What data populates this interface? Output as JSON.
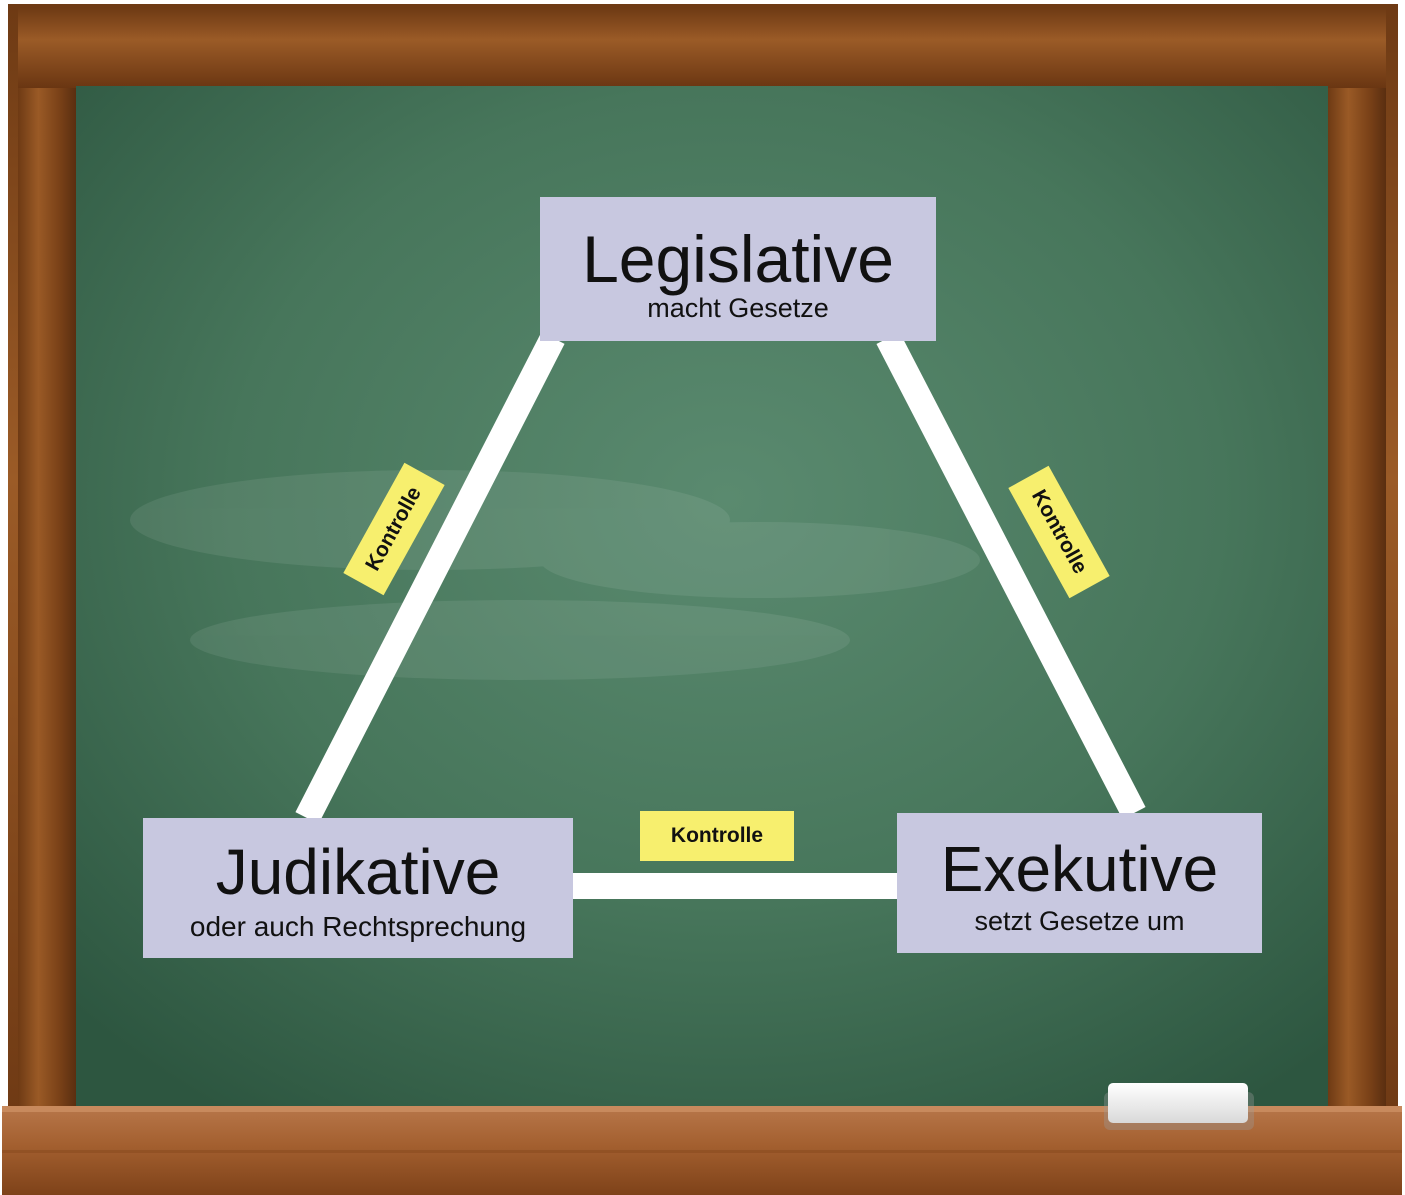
{
  "nodes": {
    "legislative": {
      "title": "Legislative",
      "subtitle": "macht Gesetze"
    },
    "judicative": {
      "title": "Judikative",
      "subtitle": "oder auch Rechtsprechung"
    },
    "executive": {
      "title": "Exekutive",
      "subtitle": "setzt Gesetze um"
    }
  },
  "edges": {
    "left_label": "Kontrolle",
    "right_label": "Kontrolle",
    "bottom_label": "Kontrolle"
  },
  "colors": {
    "board": "#4e7d63",
    "frame": "#8a4d1f",
    "node_fill": "#c8c8e0",
    "tag_fill": "#f7ef6e",
    "line": "#ffffff"
  }
}
